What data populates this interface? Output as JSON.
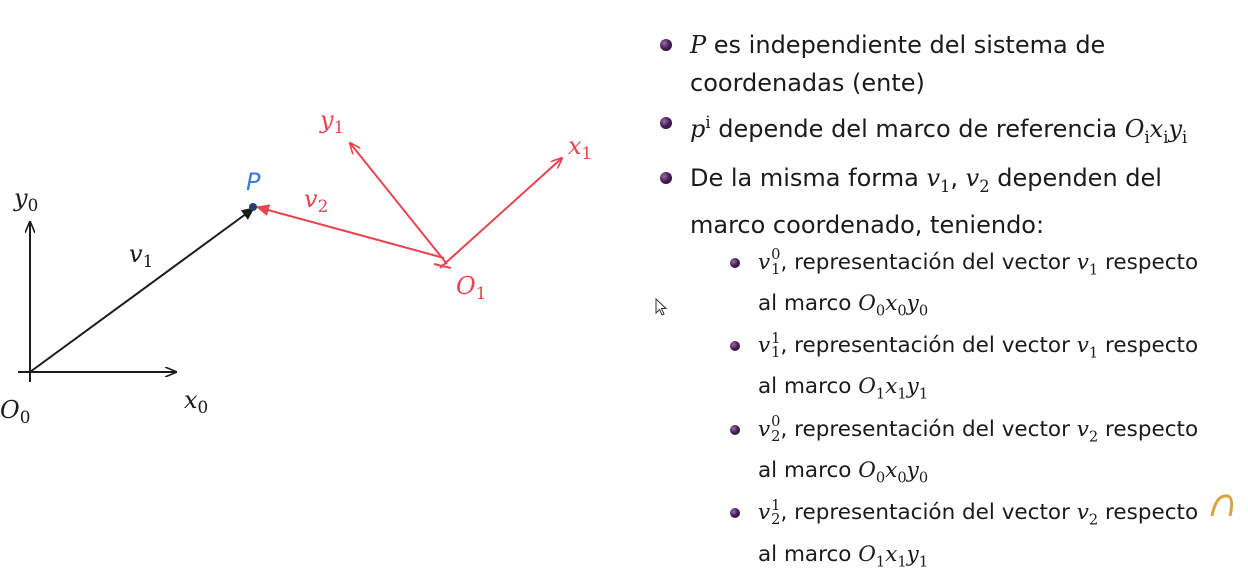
{
  "diagram": {
    "labels": {
      "y0": "y",
      "y0_sub": "0",
      "x0": "x",
      "x0_sub": "0",
      "O0": "O",
      "O0_sub": "0",
      "v1": "v",
      "v1_sub": "1",
      "v2": "v",
      "v2_sub": "2",
      "P": "P",
      "y1": "y",
      "y1_sub": "1",
      "x1": "x",
      "x1_sub": "1",
      "O1": "O",
      "O1_sub": "1"
    },
    "colors": {
      "frame0": "#1b1b1b",
      "frame1": "#e8434f",
      "point": "#3d79d8",
      "bullet": "#4a1f5a"
    }
  },
  "bullets": {
    "b1": {
      "sym": "P",
      "text_a": " es independiente del sistema de",
      "text_b": "coordenadas (ente)"
    },
    "b2": {
      "sym": "p",
      "sup": "i",
      "text": " depende del marco de referencia ",
      "frame": "O",
      "frame_i": "i",
      "x": "x",
      "y": "y"
    },
    "b3": {
      "text_a": "De la misma forma ",
      "v": "v",
      "v1": "1",
      "sep": ", ",
      "v2": "2",
      "text_b": " dependen del",
      "text_c": "marco coordenado, teniendo:"
    },
    "sub": [
      {
        "v": "v",
        "sup": "0",
        "sub": "1",
        "text": ", representación del vector ",
        "vec_sub": "1",
        "tail": " respecto",
        "line2": "al marco ",
        "frame_sub": "0"
      },
      {
        "v": "v",
        "sup": "1",
        "sub": "1",
        "text": ", representación del vector ",
        "vec_sub": "1",
        "tail": " respecto",
        "line2": "al marco ",
        "frame_sub": "1"
      },
      {
        "v": "v",
        "sup": "0",
        "sub": "2",
        "text": ", representación del vector ",
        "vec_sub": "2",
        "tail": " respecto",
        "line2": "al marco ",
        "frame_sub": "0"
      },
      {
        "v": "v",
        "sup": "1",
        "sub": "2",
        "text": ", representación del vector ",
        "vec_sub": "2",
        "tail": " respecto",
        "line2": "al marco ",
        "frame_sub": "1"
      }
    ]
  }
}
